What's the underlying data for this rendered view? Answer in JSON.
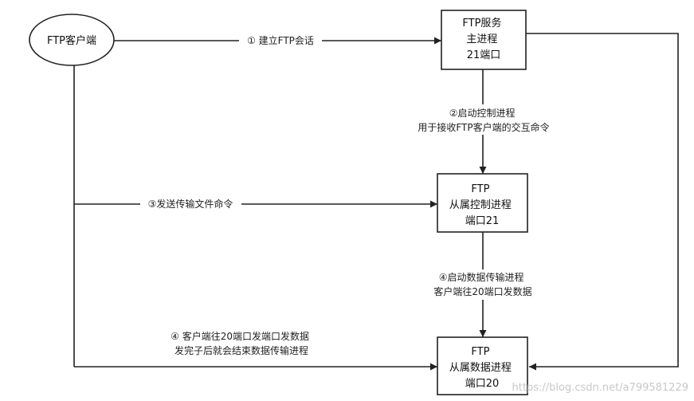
{
  "nodes": {
    "client": {
      "lines": [
        "FTP客户端"
      ]
    },
    "main_process": {
      "lines": [
        "FTP服务",
        "主进程",
        "21端口"
      ]
    },
    "control_process": {
      "lines": [
        "FTP",
        "从属控制进程",
        "端口21"
      ]
    },
    "data_process": {
      "lines": [
        "FTP",
        "从属数据进程",
        "端口20"
      ]
    }
  },
  "edges": {
    "e1": {
      "lines": [
        "① 建立FTP会话"
      ]
    },
    "e2": {
      "lines": [
        "②启动控制进程",
        "用于接收FTP客户端的交互命令"
      ]
    },
    "e3": {
      "lines": [
        "③发送传输文件命令"
      ]
    },
    "e4a": {
      "lines": [
        "④启动数据传输进程",
        "客户端往20端口发数据"
      ]
    },
    "e4b": {
      "lines": [
        "④  客户端往20端口发端口发数据",
        "发完子后就会结束数据传输进程"
      ]
    }
  },
  "watermark": "https://blog.csdn.net/a799581229",
  "colors": {
    "stroke": "#222222",
    "background": "#ffffff",
    "watermark": "#c8c8c8"
  }
}
